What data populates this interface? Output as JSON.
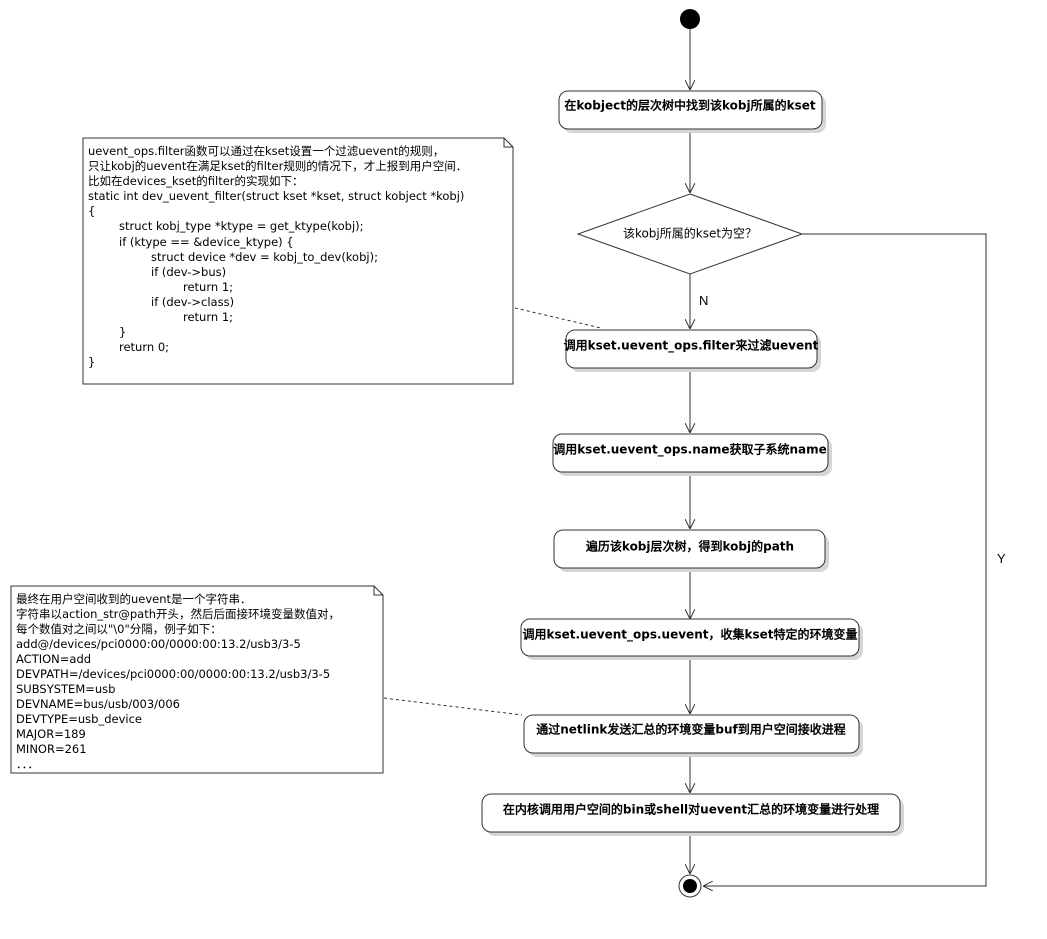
{
  "diagram": {
    "actions": [
      "在kobject的层次树中找到该kobj所属的kset",
      "调用kset.uevent_ops.filter来过滤uevent",
      "调用kset.uevent_ops.name获取子系统name",
      "遍历该kobj层次树，得到kobj的path",
      "调用kset.uevent_ops.uevent，收集kset特定的环境变量",
      "通过netlink发送汇总的环境变量buf到用户空间接收进程",
      "在内核调用用户空间的bin或shell对uevent汇总的环境变量进行处理"
    ],
    "decision": "该kobj所属的kset为空？",
    "branch_no": "N",
    "branch_yes": "Y",
    "note_filter": [
      "uevent_ops.filter函数可以通过在kset设置一个过滤uevent的规则，",
      "只让kobj的uevent在满足kset的filter规则的情况下，才上报到用户空间．",
      "比如在devices_kset的filter的实现如下：",
      "static int dev_uevent_filter(struct kset *kset, struct kobject *kobj)",
      "{",
      "struct kobj_type *ktype = get_ktype(kobj);",
      "if (ktype == &device_ktype) {",
      "struct device *dev = kobj_to_dev(kobj);",
      "if (dev->bus)",
      "return 1;",
      "if (dev->class)",
      "return 1;",
      "}",
      "return 0;",
      "}"
    ],
    "note_uevent": [
      "最终在用户空间收到的uevent是一个字符串．",
      "字符串以action_str@path开头，然后后面接环境变量数值对，",
      "每个数值对之间以\"\\0\"分隔，例子如下：",
      "add@/devices/pci0000:00/0000:00:13.2/usb3/3-5",
      "ACTION=add",
      "DEVPATH=/devices/pci0000:00/0000:00:13.2/usb3/3-5",
      "SUBSYSTEM=usb",
      "DEVNAME=bus/usb/003/006",
      "DEVTYPE=usb_device",
      "MAJOR=189",
      "MINOR=261",
      "．．．"
    ]
  }
}
